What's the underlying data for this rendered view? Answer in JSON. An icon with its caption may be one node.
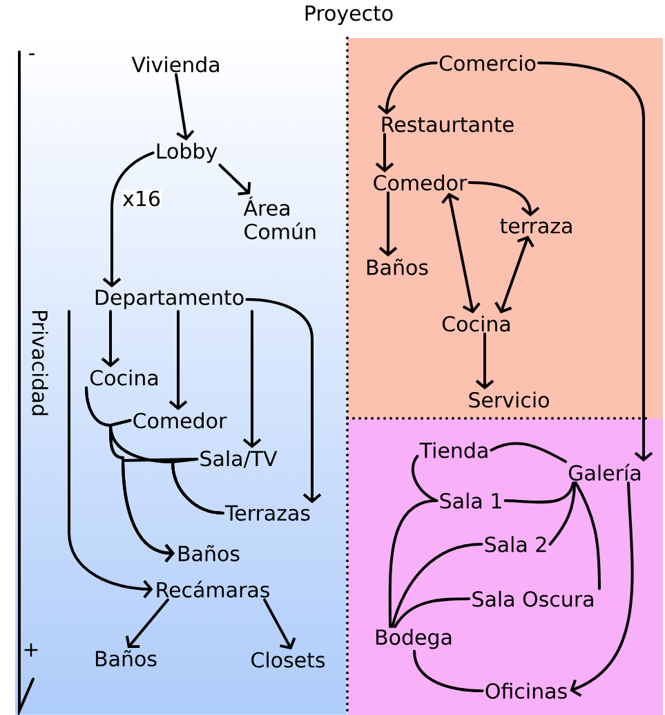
{
  "diagram": {
    "title": "Proyecto",
    "nodes": [
      {
        "text": [
          "Vivienda"
        ]
      },
      {
        "text": [
          "Lobby"
        ]
      },
      {
        "text": [
          "Área Común"
        ]
      },
      {
        "text": [
          "Departamento"
        ]
      },
      {
        "text": [
          "Cocina"
        ]
      },
      {
        "text": [
          "Comedor"
        ]
      },
      {
        "text": [
          "Sala/TV"
        ]
      },
      {
        "text": [
          "Terrazas"
        ]
      },
      {
        "text": [
          "Baños"
        ]
      },
      {
        "text": [
          "Recámaras"
        ]
      },
      {
        "text": [
          "Baños"
        ]
      },
      {
        "text": [
          "Closets"
        ]
      },
      {
        "text": [
          "Comercio"
        ]
      },
      {
        "text": [
          "Restaurtante"
        ]
      },
      {
        "text": [
          "Comedor"
        ]
      },
      {
        "text": [
          "terraza"
        ]
      },
      {
        "text": [
          "Baños"
        ]
      },
      {
        "text": [
          "Cocina"
        ]
      },
      {
        "text": [
          "Servicio"
        ]
      },
      {
        "text": [
          "Tienda"
        ]
      },
      {
        "text": [
          "Galería"
        ]
      },
      {
        "text": [
          "Sala 1"
        ]
      },
      {
        "text": [
          "Sala 2"
        ]
      },
      {
        "text": [
          "Sala Oscura"
        ]
      },
      {
        "text": [
          "Bodega"
        ]
      },
      {
        "text": [
          "Oficinas"
        ]
      }
    ],
    "edges": [
      {
        "from": 0,
        "to": 1,
        "arrow": "to"
      },
      {
        "from": 1,
        "to": 3,
        "arrow": "to",
        "label": "x16"
      },
      {
        "from": 1,
        "to": 2,
        "arrow": "to"
      },
      {
        "from": 3,
        "to": 4,
        "arrow": "to"
      },
      {
        "from": 3,
        "to": 5,
        "arrow": "to"
      },
      {
        "from": 3,
        "to": 6,
        "arrow": "to"
      },
      {
        "from": 3,
        "to": 7,
        "arrow": "to"
      },
      {
        "from": 3,
        "to": 9,
        "arrow": "to"
      },
      {
        "from": 4,
        "to": 7,
        "arrow": "none"
      },
      {
        "from": 4,
        "to": 8,
        "arrow": "to"
      },
      {
        "from": 5,
        "to": 7,
        "arrow": "none"
      },
      {
        "from": 5,
        "to": 8,
        "arrow": "to"
      },
      {
        "from": 6,
        "to": 7,
        "arrow": "none"
      },
      {
        "from": 6,
        "to": 8,
        "arrow": "to"
      },
      {
        "from": 9,
        "to": 10,
        "arrow": "to"
      },
      {
        "from": 9,
        "to": 11,
        "arrow": "to"
      },
      {
        "from": 12,
        "to": 13,
        "arrow": "to"
      },
      {
        "from": 12,
        "to": 20,
        "arrow": "to"
      },
      {
        "from": 13,
        "to": 14,
        "arrow": "to"
      },
      {
        "from": 14,
        "to": 16,
        "arrow": "to"
      },
      {
        "from": 14,
        "to": 15,
        "arrow": "to"
      },
      {
        "from": 14,
        "to": 17,
        "arrow": "both"
      },
      {
        "from": 15,
        "to": 17,
        "arrow": "both"
      },
      {
        "from": 17,
        "to": 18,
        "arrow": "to"
      },
      {
        "from": 19,
        "to": 20,
        "arrow": "none"
      },
      {
        "from": 19,
        "to": 21,
        "arrow": "none"
      },
      {
        "from": 21,
        "to": 20,
        "arrow": "none"
      },
      {
        "from": 22,
        "to": 20,
        "arrow": "none"
      },
      {
        "from": 23,
        "to": 20,
        "arrow": "none"
      },
      {
        "from": 21,
        "to": 24,
        "arrow": "none"
      },
      {
        "from": 22,
        "to": 24,
        "arrow": "none"
      },
      {
        "from": 23,
        "to": 24,
        "arrow": "none"
      },
      {
        "from": 24,
        "to": 25,
        "arrow": "none"
      },
      {
        "from": 20,
        "to": 25,
        "arrow": "to"
      }
    ],
    "labels": [
      "-",
      "Privacidad",
      "+"
    ]
  }
}
